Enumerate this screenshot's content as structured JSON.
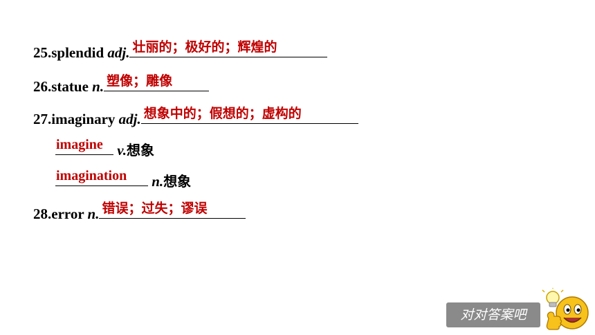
{
  "items": [
    {
      "num": "25.",
      "word": "splendid",
      "pos": "adj.",
      "answer": "壮丽的；极好的；辉煌的"
    },
    {
      "num": "26.",
      "word": "statue",
      "pos": "n.",
      "answer": "塑像；雕像"
    },
    {
      "num": "27.",
      "word": "imaginary",
      "pos": "adj.",
      "answer": "想象中的；假想的；虚构的"
    },
    {
      "sub": true,
      "answer": "imagine",
      "pos": "v.",
      "meaning": "想象"
    },
    {
      "sub": true,
      "answer": "imagination",
      "pos": "n.",
      "meaning": "想象"
    },
    {
      "num": "28.",
      "word": "error",
      "pos": "n.",
      "answer": "错误；过失；谬误"
    }
  ],
  "button": {
    "label": "对对答案吧"
  },
  "icons": {
    "mascot": "smiley-lightbulb-icon"
  },
  "colors": {
    "answer": "#c00000",
    "button_bg": "#8a8a8a",
    "emoji": "#f6c21b"
  }
}
